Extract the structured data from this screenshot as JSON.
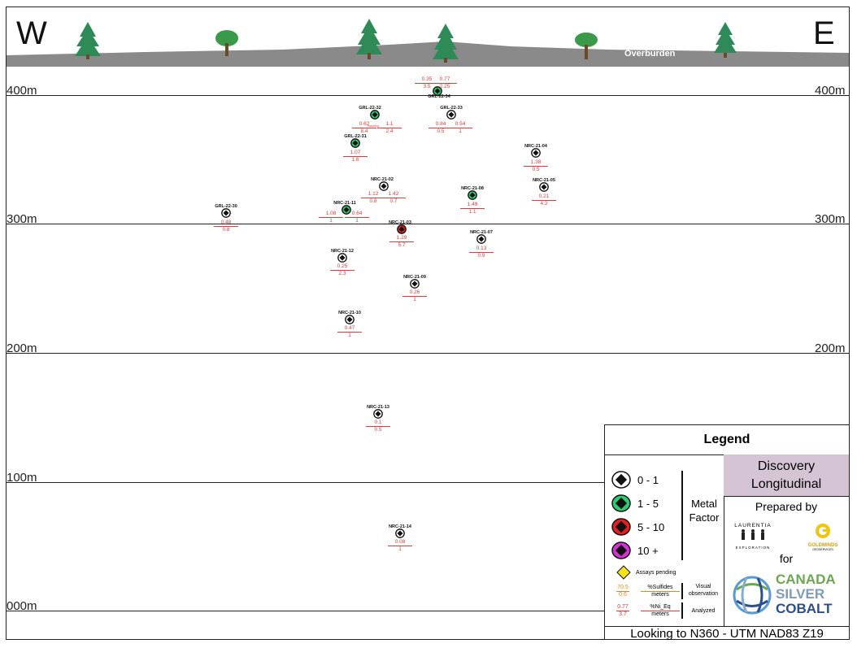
{
  "header": {
    "west": "W",
    "east": "E",
    "overburden": "Overburden"
  },
  "elevations": [
    {
      "label": "400m",
      "right": "400m"
    },
    {
      "label": "300m",
      "right": "300m"
    },
    {
      "label": "200m",
      "right": "200m"
    },
    {
      "label": "100m",
      "right": ""
    },
    {
      "label": "000m",
      "right": ""
    }
  ],
  "holes": [
    {
      "name": "GRL-22-34",
      "factor": "1-5",
      "assays": [
        [
          "0.35",
          "3.5"
        ],
        [
          "0.77",
          "2.25"
        ]
      ]
    },
    {
      "name": "GRL-22-32",
      "factor": "1-5",
      "assays": [
        [
          "0.62",
          "8.4"
        ],
        [
          "1.1",
          "2.4"
        ]
      ],
      "note": "including"
    },
    {
      "name": "GRL-22-33",
      "factor": "0-1",
      "assays": [
        [
          "0.84",
          "0.5"
        ],
        [
          "0.54",
          "1"
        ]
      ]
    },
    {
      "name": "GRL-22-31",
      "factor": "1-5",
      "assays": [
        [
          "1.07",
          "1.6"
        ]
      ]
    },
    {
      "name": "NRC-21-04",
      "factor": "0-1",
      "assays": [
        [
          "1.38",
          "0.5"
        ]
      ]
    },
    {
      "name": "NRC-21-05",
      "factor": "0-1",
      "assays": [
        [
          "0.21",
          "4.2"
        ]
      ]
    },
    {
      "name": "NRC-21-02",
      "factor": "0-1",
      "assays": [
        [
          "1.12",
          "0.8"
        ],
        [
          "1.42",
          "0.7"
        ]
      ]
    },
    {
      "name": "NRC-21-08",
      "factor": "1-5",
      "assays": [
        [
          "1.49",
          "1.1"
        ]
      ]
    },
    {
      "name": "GRL-22-30",
      "factor": "0-1",
      "assays": [
        [
          "0.48",
          "0.8"
        ]
      ]
    },
    {
      "name": "NRC-21-11",
      "factor": "1-5",
      "assays": [
        [
          "1.08",
          "1"
        ],
        [
          "0.64",
          "1"
        ]
      ]
    },
    {
      "name": "NRC-21-03",
      "factor": "5-10",
      "assays": [
        [
          "1.29",
          "5.7"
        ]
      ]
    },
    {
      "name": "NRC-21-07",
      "factor": "0-1",
      "assays": [
        [
          "0.13",
          "0.9"
        ]
      ]
    },
    {
      "name": "NRC-21-12",
      "factor": "0-1",
      "assays": [
        [
          "0.25",
          "2.3"
        ]
      ]
    },
    {
      "name": "NRC-21-09",
      "factor": "0-1",
      "assays": [
        [
          "0.26",
          "1"
        ]
      ]
    },
    {
      "name": "NRC-21-10",
      "factor": "0-1",
      "assays": [
        [
          "0.47",
          "1"
        ]
      ]
    },
    {
      "name": "NRC-21-13",
      "factor": "0-1",
      "assays": [
        [
          "0.1",
          "0.5"
        ]
      ]
    },
    {
      "name": "NRC-21-14",
      "factor": "0-1",
      "assays": [
        [
          "0.08",
          "1"
        ]
      ]
    }
  ],
  "legend": {
    "title": "Legend",
    "factors": [
      {
        "label": "0 - 1",
        "color": "#ffffff"
      },
      {
        "label": "1 - 5",
        "color": "#2ecc71"
      },
      {
        "label": "5 - 10",
        "color": "#e02020"
      },
      {
        "label": "10 +",
        "color": "#d633d6"
      }
    ],
    "metal_factor": "Metal Factor",
    "pending": "Assays pending",
    "visual": {
      "top": "70.5",
      "bottom": "0.6",
      "word_top": "%Sulfides",
      "word_bottom": "meters",
      "desc": "Visual observation"
    },
    "analyzed": {
      "top": "0.77",
      "bottom": "3.7",
      "word_top": "%Ni_Eq",
      "word_bottom": "meters",
      "desc": "Analyzed"
    },
    "discovery": "Discovery Longitudinal",
    "prepared_by": "Prepared by",
    "laurentia": "LAURENTIA",
    "laurentia_sub": "EXPLORATION",
    "goldminds": "GOLDMINDS",
    "goldminds_sub": "GEOSERVICES",
    "for": "for",
    "csc": [
      "CANADA",
      "SILVER",
      "COBALT"
    ],
    "footer": "Looking to N360  - UTM NAD83 Z19"
  },
  "colors": {
    "ground": "#808080",
    "assay": "#e03a3a",
    "tree": "#2e8b57"
  }
}
